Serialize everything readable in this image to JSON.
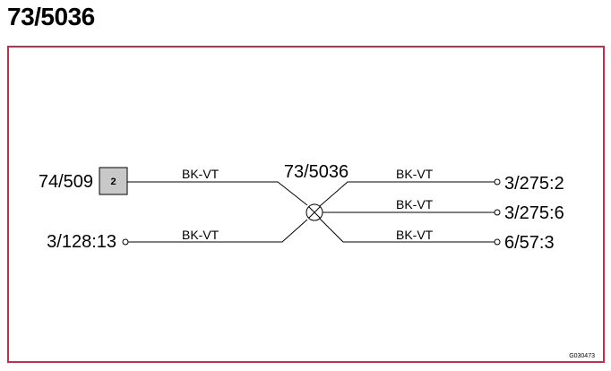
{
  "title": "73/5036",
  "frame_color": "#c0314c",
  "splice": {
    "id": "73/5036",
    "symbol": "splice-crossed-circle-icon"
  },
  "left_connector": {
    "id": "74/509",
    "pin": "2",
    "box_color": "#c8c8c8"
  },
  "left_terminal": {
    "id": "3/128:13"
  },
  "wires": {
    "left_top": "BK-VT",
    "left_bottom": "BK-VT",
    "right_top": "BK-VT",
    "right_middle": "BK-VT",
    "right_bottom": "BK-VT"
  },
  "right_terminals": [
    "3/275:2",
    "3/275:6",
    "6/57:3"
  ],
  "figure_ref": "G030473"
}
